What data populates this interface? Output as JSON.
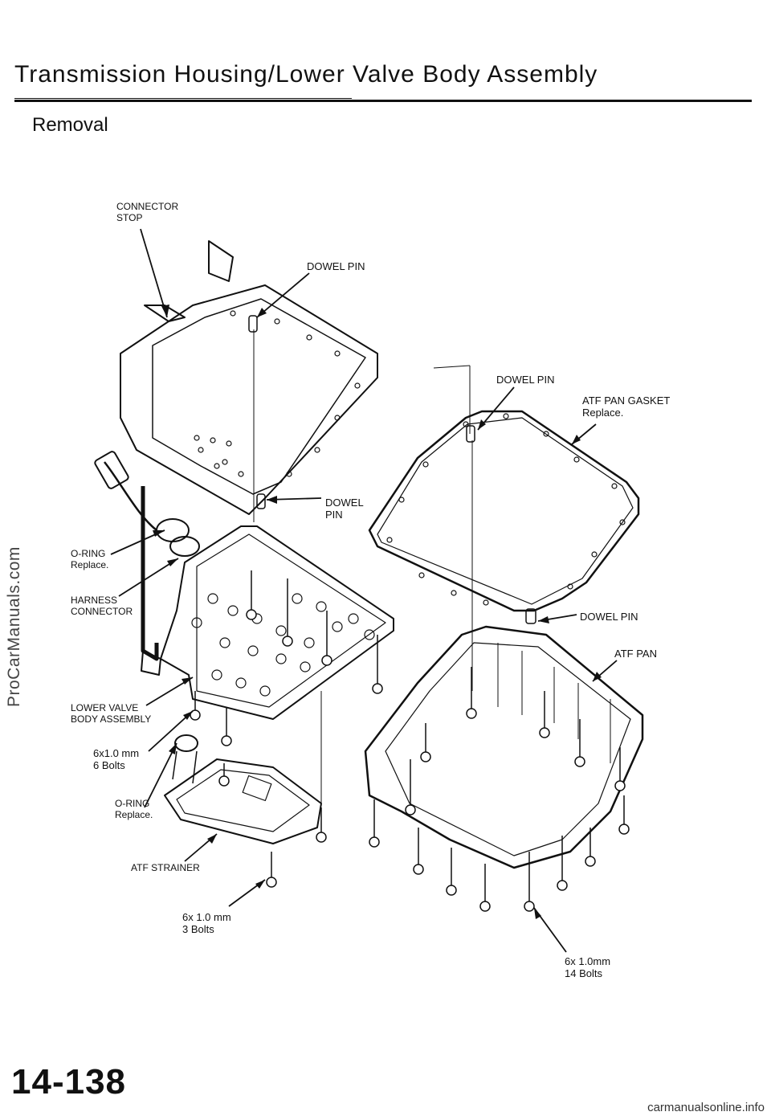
{
  "header": {
    "title": "Transmission Housing/Lower Valve Body Assembly",
    "subtitle": "Removal"
  },
  "labels": {
    "connector_stop": "CONNECTOR\nSTOP",
    "dowel_pin_top": "DOWEL  PIN",
    "dowel_pin_right": "DOWEL  PIN",
    "atf_pan_gasket": "ATF PAN GASKET\nReplace.",
    "dowel_pin_mid": "DOWEL\nPIN",
    "o_ring_1": "O-RING\nReplace.",
    "harness_connector": "HARNESS\nCONNECTOR",
    "dowel_pin_pan": "DOWEL  PIN",
    "atf_pan": "ATF PAN",
    "lower_valve_body": "LOWER VALVE\nBODY ASSEMBLY",
    "bolts_6": "6x1.0  mm\n6  Bolts",
    "o_ring_2": "O-RING\nReplace.",
    "atf_strainer": "ATF STRAINER",
    "bolts_3": "6x  1.0 mm\n3  Bolts",
    "bolts_14": "6x   1.0mm\n14 Bolts"
  },
  "watermark": "ProCarManuals.com",
  "page_number": "14-138",
  "footer": "carmanualsonline.info"
}
